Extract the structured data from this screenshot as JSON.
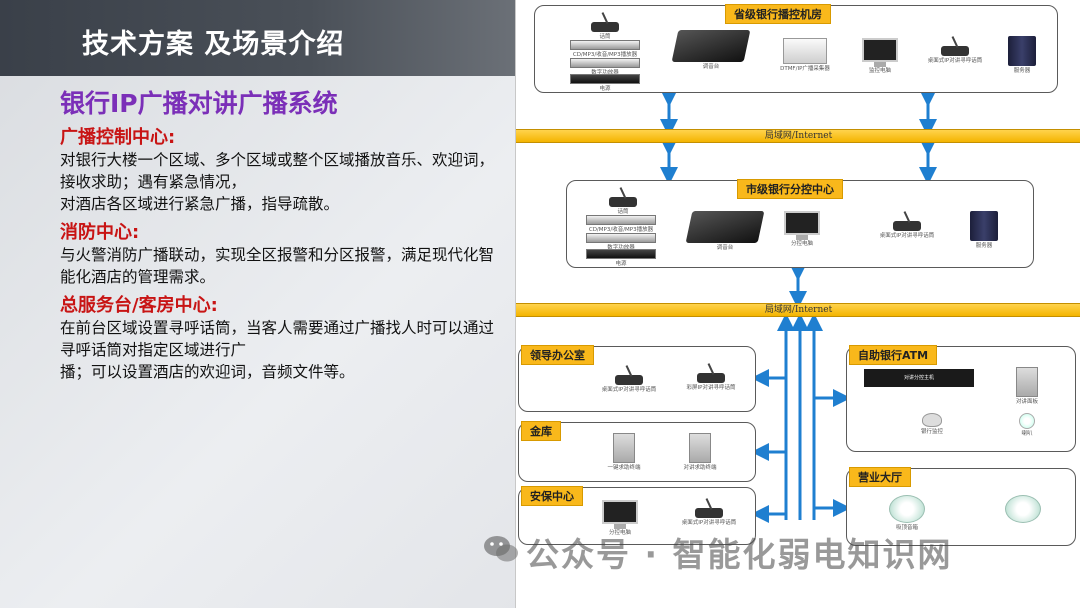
{
  "header": {
    "title": "技术方案 及场景介绍"
  },
  "left": {
    "main_title": "银行IP广播对讲广播系统",
    "sections": [
      {
        "title": "广播控制中心:",
        "body": " 对银行大楼一个区域、多个区域或整个区域播放音乐、欢迎词，接收求助；遇有紧急情况，\n对酒店各区域进行紧急广播，指导疏散。"
      },
      {
        "title": "消防中心:",
        "body": " 与火警消防广播联动，实现全区报警和分区报警，满足现代化智能化酒店的管理需求。"
      },
      {
        "title": "总服务台/客房中心:",
        "body": " 在前台区域设置寻呼话筒，当客人需要通过广播找人时可以通过寻呼话筒对指定区域进行广\n播；可以设置酒店的欢迎词，音频文件等。"
      }
    ]
  },
  "diagram": {
    "network_label": "局域网/Internet",
    "province": {
      "label": "省级银行播控机房",
      "devices": [
        "话筒",
        "CD/MP3/收音/MP3播放器",
        "数字功放器",
        "电源",
        "调音台",
        "DTMF/IP广播采集器",
        "监控电脑",
        "桌面式IP对讲寻呼话筒",
        "服务器"
      ]
    },
    "city": {
      "label": "市级银行分控中心",
      "devices": [
        "话筒",
        "CD/MP3/收音/MP3播放器",
        "数字功放器",
        "电源",
        "调音台",
        "分控电脑",
        "桌面式IP对讲寻呼话筒",
        "服务器"
      ]
    },
    "leader": {
      "label": "领导办公室",
      "devices": [
        "桌面式IP对讲寻呼话筒",
        "彩屏IP对讲寻呼话筒"
      ]
    },
    "vault": {
      "label": "金库",
      "devices": [
        "一键求助终端",
        "对讲求助终端"
      ]
    },
    "security": {
      "label": "安保中心",
      "devices": [
        "分控电脑",
        "桌面式IP对讲寻呼话筒"
      ]
    },
    "atm": {
      "label": "自助银行ATM",
      "devices": [
        "对讲分控主机",
        "对讲面板",
        "银行监控",
        "喇叭"
      ]
    },
    "hall": {
      "label": "营业大厅",
      "devices": [
        "吸顶音箱"
      ]
    }
  },
  "watermark": {
    "text": "公众号 · 智能化弱电知识网"
  },
  "colors": {
    "accent_purple": "#7b2fb8",
    "section_red": "#c81414",
    "network_yellow": "#f4b400",
    "arrow_blue": "#1f7fd0"
  }
}
